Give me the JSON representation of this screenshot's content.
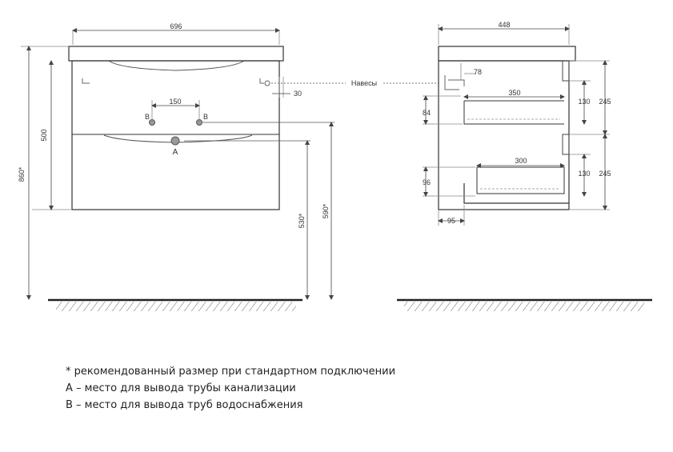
{
  "front_view": {
    "width_label": "696",
    "height_label": "500",
    "total_height_label": "860*",
    "tap_spacing_label": "150",
    "wall_offset_label": "30",
    "outlet_a_label": "A",
    "inlet_b_left_label": "B",
    "inlet_b_right_label": "B",
    "outlet_height_label": "530*",
    "inlet_height_label": "590*"
  },
  "side_view": {
    "depth_label": "448",
    "fastener_label": "Навесы",
    "hook_offset_label": "78",
    "upper_drawer_depth_label": "350",
    "upper_drawer_height_label": "84",
    "lower_drawer_depth_label": "300",
    "lower_drawer_height_label": "96",
    "front_offset_label": "95",
    "upper_front_height_label": "130",
    "lower_front_height_label": "130",
    "upper_section_label": "245",
    "lower_section_label": "245"
  },
  "notes": [
    "* рекомендованный размер при стандартном подключении",
    "А – место для вывода трубы канализации",
    "В – место для вывода труб водоснабжения"
  ]
}
